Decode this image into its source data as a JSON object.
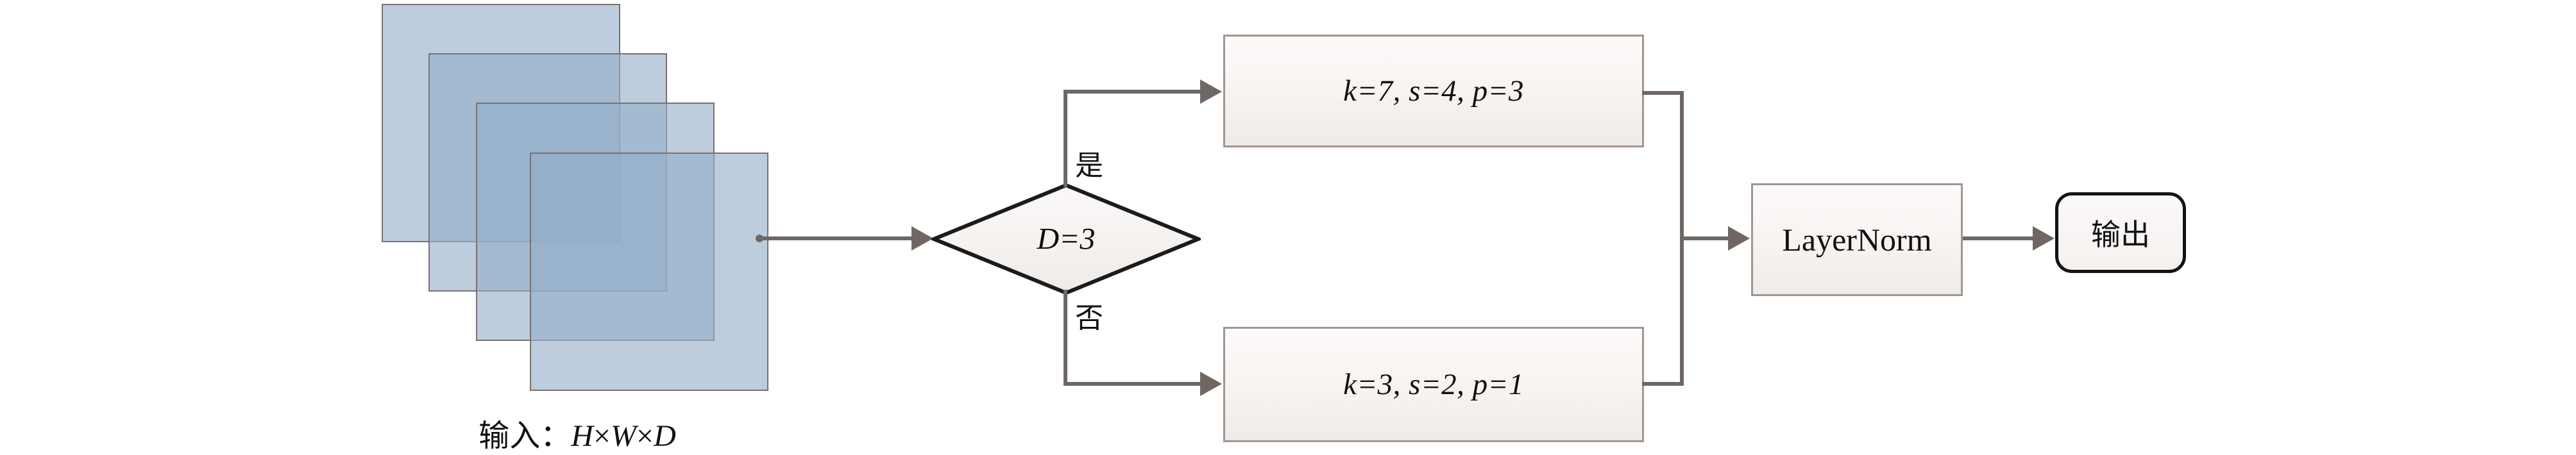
{
  "diagram": {
    "type": "flowchart",
    "title_visible": false,
    "colors": {
      "tensor_fill": "#95aec9",
      "tensor_stroke": "#7a716e",
      "box_fill": "#f6f3f1",
      "box_stroke": "#a2958f",
      "connector": "#6f6763",
      "terminal_stroke": "#131313",
      "text": "#111111"
    },
    "input_stack": {
      "name": "input-tensor-stack",
      "layer_count": 4,
      "caption_prefix": "输入：",
      "caption_dims": [
        "H",
        "W",
        "D"
      ],
      "caption_sep": "×",
      "caption_full": "输入：H×W×D"
    },
    "decision": {
      "name": "decision-node",
      "label": "D=3",
      "yes_label": "是",
      "no_label": "否"
    },
    "branches": [
      {
        "name": "branch-yes",
        "condition_label": "是",
        "box_label": "k=7, s=4, p=3",
        "params": {
          "k": 7,
          "s": 4,
          "p": 3
        }
      },
      {
        "name": "branch-no",
        "condition_label": "否",
        "box_label": "k=3, s=2, p=1",
        "params": {
          "k": 3,
          "s": 2,
          "p": 1
        }
      }
    ],
    "norm": {
      "name": "layernorm-node",
      "label": "LayerNorm"
    },
    "output": {
      "name": "output-node",
      "label": "输出"
    }
  }
}
